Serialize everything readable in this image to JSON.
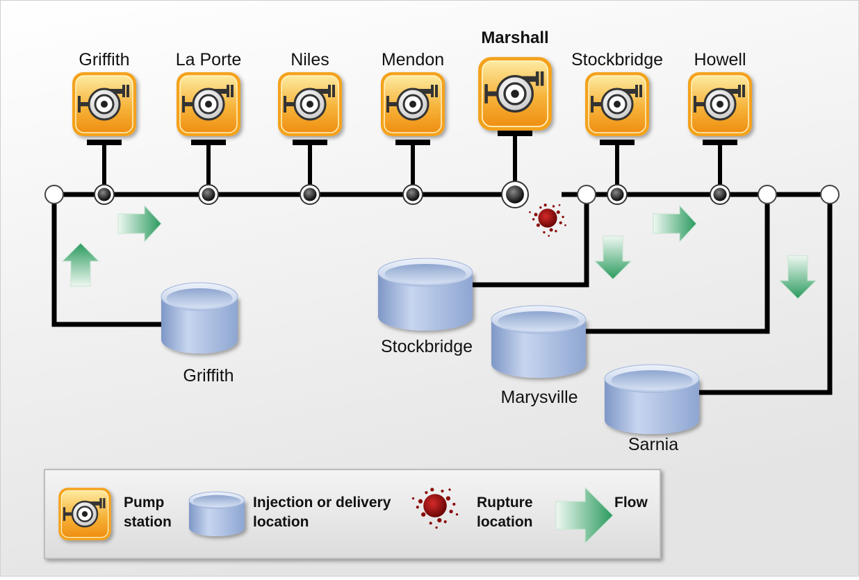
{
  "pump_stations": [
    {
      "name": "Griffith",
      "highlighted": false
    },
    {
      "name": "La Porte",
      "highlighted": false
    },
    {
      "name": "Niles",
      "highlighted": false
    },
    {
      "name": "Mendon",
      "highlighted": false
    },
    {
      "name": "Marshall",
      "highlighted": true
    },
    {
      "name": "Stockbridge",
      "highlighted": false
    },
    {
      "name": "Howell",
      "highlighted": false
    }
  ],
  "terminals": [
    {
      "name": "Griffith"
    },
    {
      "name": "Stockbridge"
    },
    {
      "name": "Marysville"
    },
    {
      "name": "Sarnia"
    }
  ],
  "legend": {
    "pump_line1": "Pump",
    "pump_line2": "station",
    "injection_line1": "Injection or delivery",
    "injection_line2": "location",
    "rupture_line1": "Rupture",
    "rupture_line2": "location",
    "flow": "Flow"
  },
  "colors": {
    "pipeline": "#000000",
    "pump_fill_top": "#fde38a",
    "pump_fill_bottom": "#f29a1c",
    "tank_body": "#a9bde0",
    "flow_arrow": "#2f9d63",
    "rupture": "#8b0b0b"
  }
}
